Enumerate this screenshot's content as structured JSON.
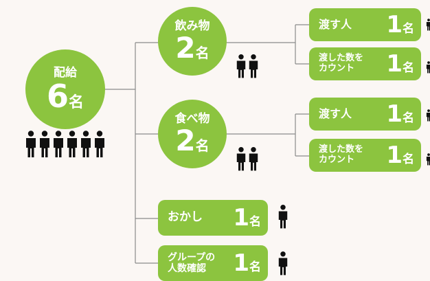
{
  "root": {
    "label": "配給",
    "count": "6",
    "unit": "名"
  },
  "branches": [
    {
      "label": "飲み物",
      "count": "2",
      "unit": "名",
      "roles": [
        {
          "label": "渡す人",
          "count": "1",
          "unit": "名"
        },
        {
          "label_line1": "渡した数を",
          "label_line2": "カウント",
          "count": "1",
          "unit": "名"
        }
      ]
    },
    {
      "label": "食べ物",
      "count": "2",
      "unit": "名",
      "roles": [
        {
          "label": "渡す人",
          "count": "1",
          "unit": "名"
        },
        {
          "label_line1": "渡した数を",
          "label_line2": "カウント",
          "count": "1",
          "unit": "名"
        }
      ]
    }
  ],
  "snack": {
    "label": "おかし",
    "count": "1",
    "unit": "名"
  },
  "check": {
    "label_line1": "グループの",
    "label_line2": "人数確認",
    "count": "1",
    "unit": "名"
  },
  "colors": {
    "node_green": "#8cc43f",
    "line_gray": "#8a8a8a",
    "person_icon": "#111111",
    "background": "#fbf7f4"
  },
  "icon": "person-icon"
}
